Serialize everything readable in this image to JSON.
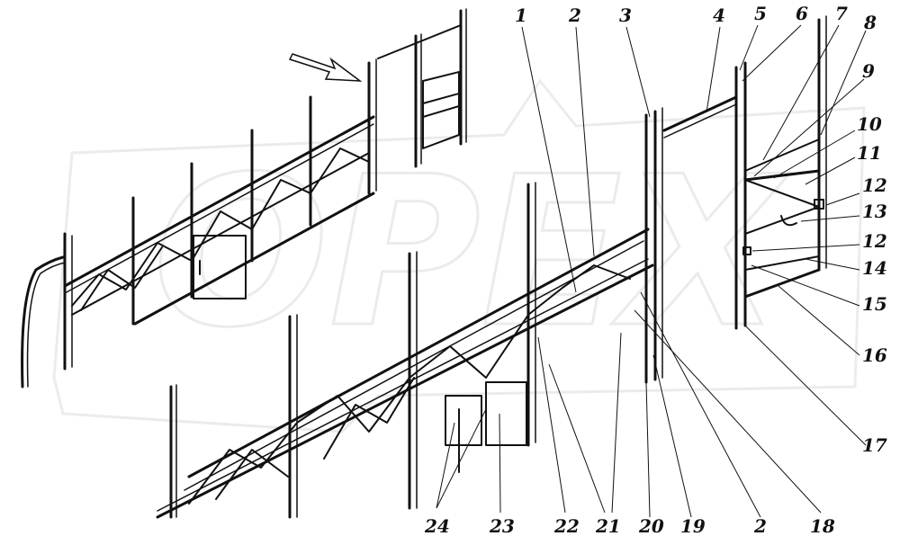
{
  "diagram": {
    "callouts": [
      "1",
      "2",
      "3",
      "4",
      "5",
      "6",
      "7",
      "8",
      "9",
      "10",
      "11",
      "12",
      "13",
      "12",
      "14",
      "15",
      "16",
      "17",
      "18",
      "2",
      "19",
      "20",
      "21",
      "22",
      "23",
      "24"
    ],
    "watermark": "OPEX",
    "colors": {
      "line": "#111111",
      "watermark": "#c8c8c8",
      "background": "#ffffff"
    },
    "icons": {
      "direction": "arrow-icon"
    }
  }
}
